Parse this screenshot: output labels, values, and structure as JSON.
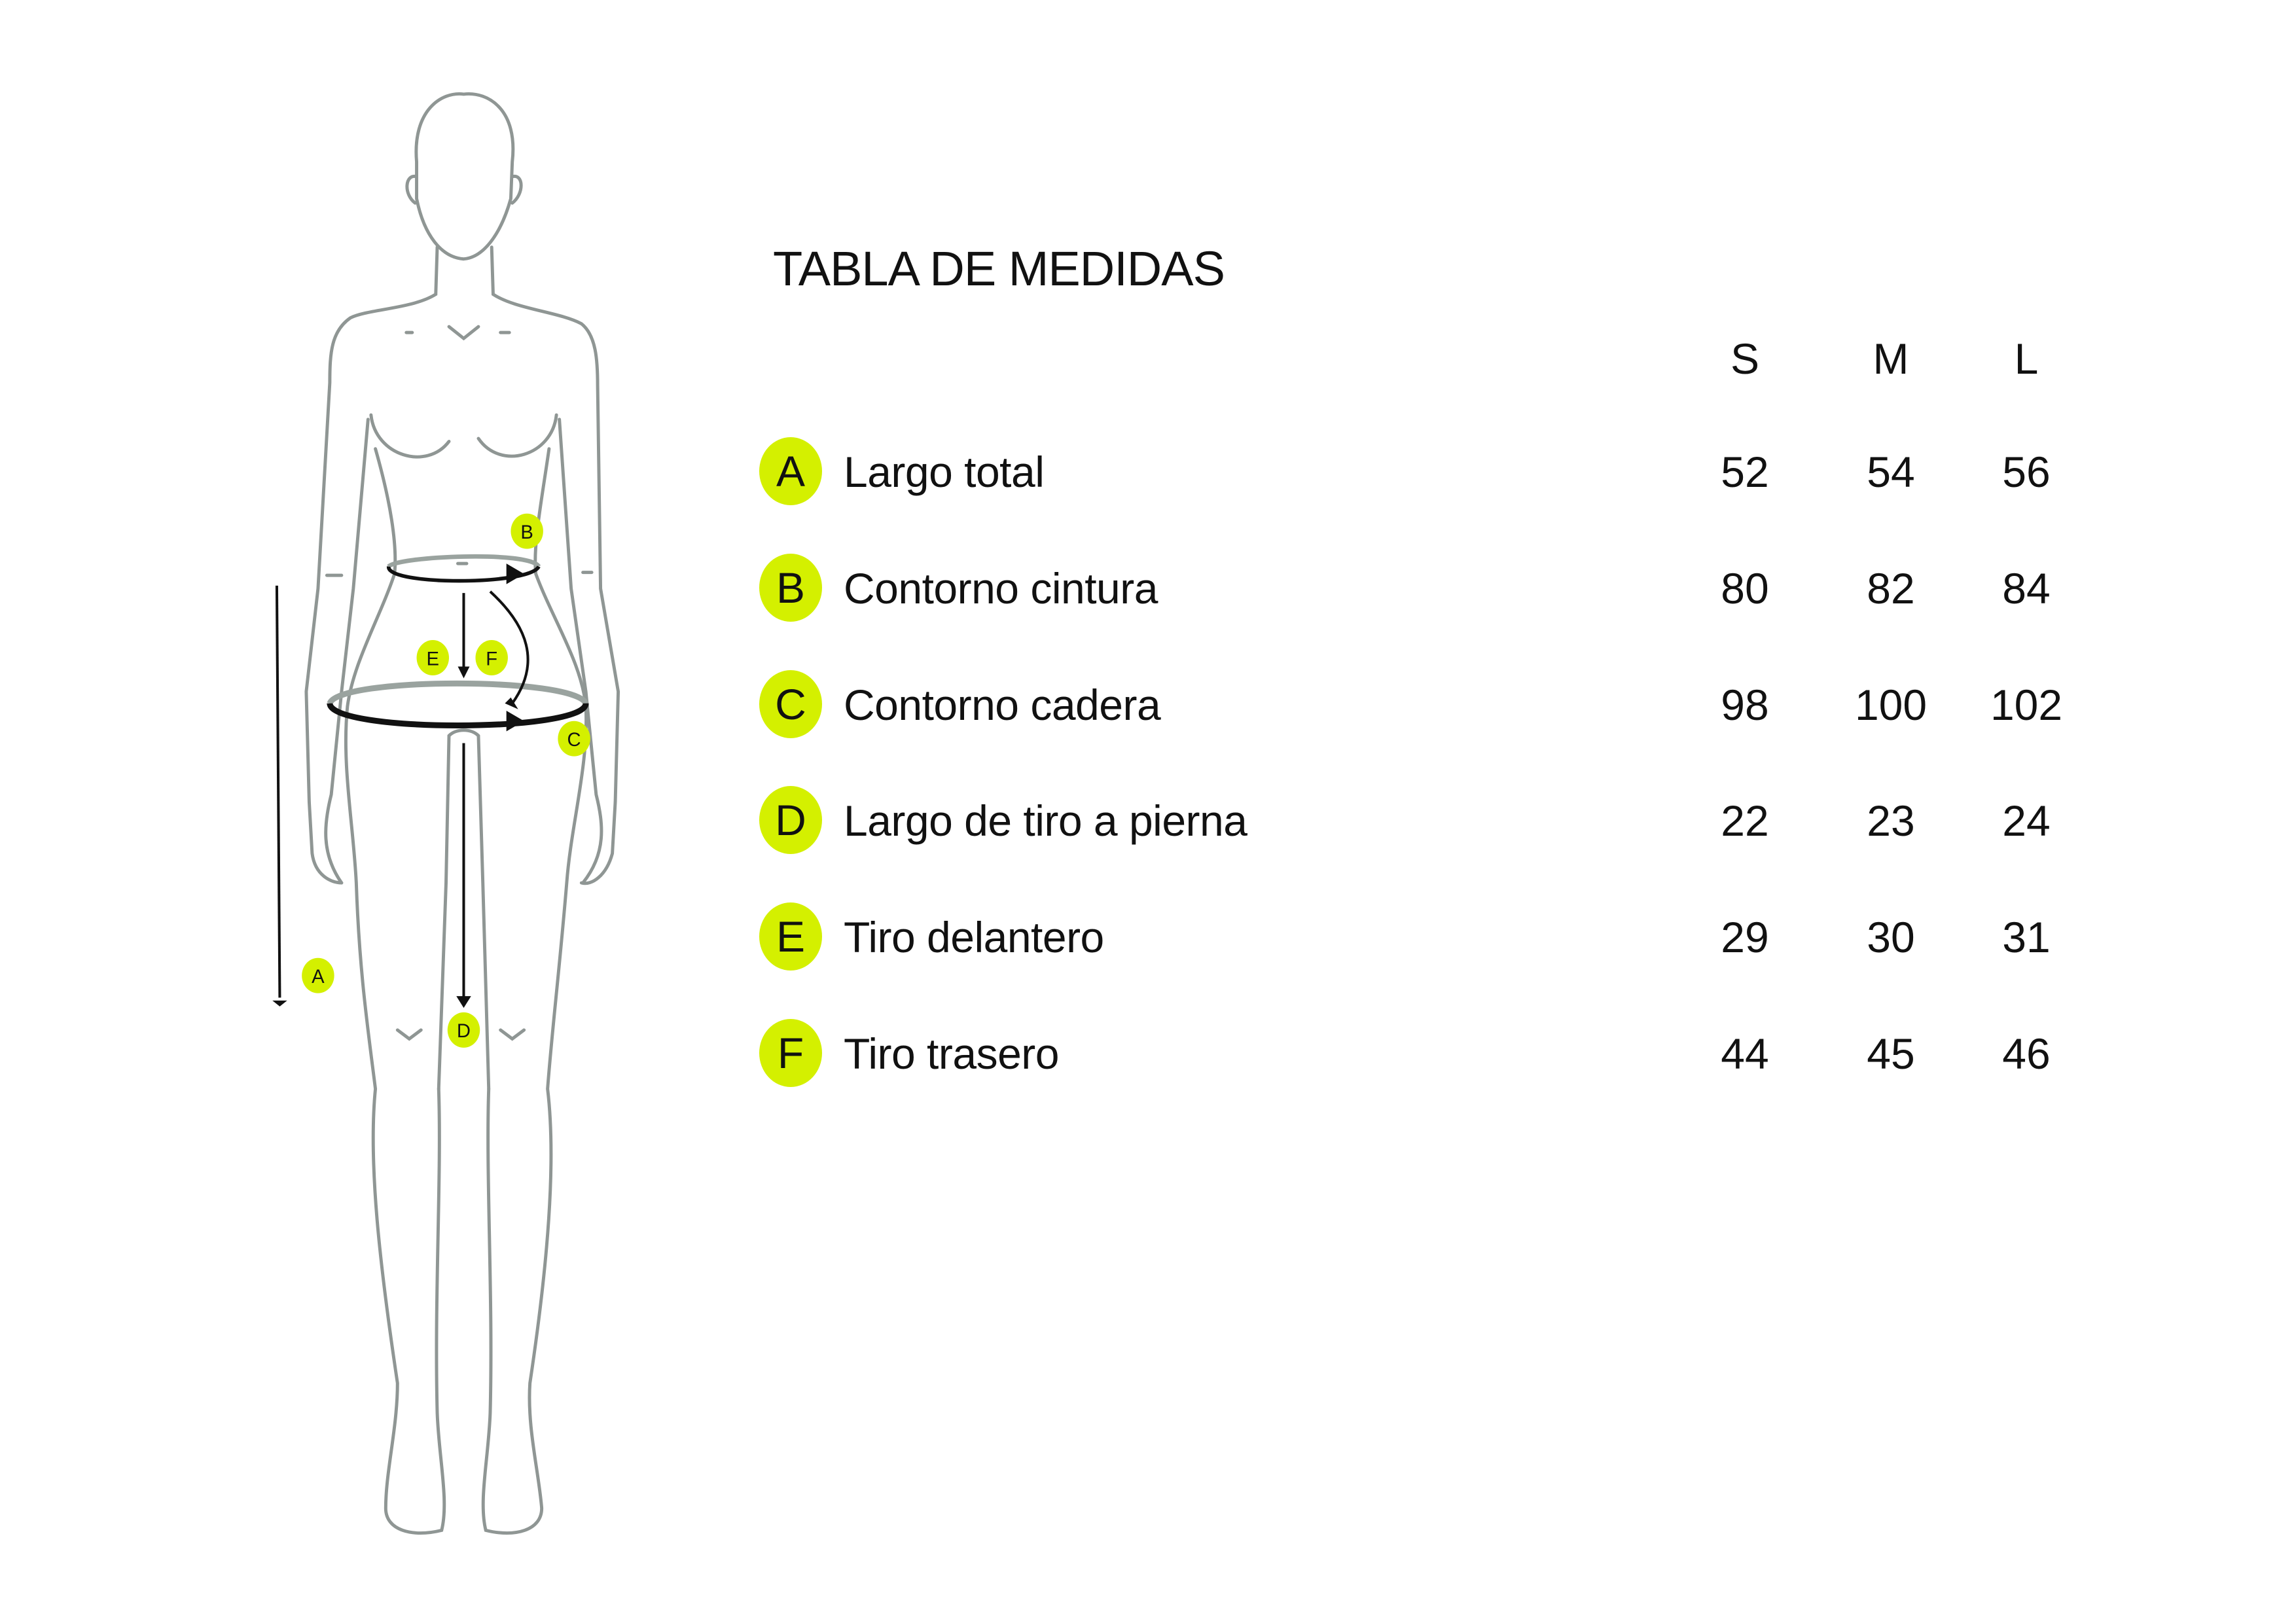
{
  "title": "TABLA DE MEDIDAS",
  "sizes": [
    "S",
    "M",
    "L"
  ],
  "accent_color": "#d4f000",
  "rows": [
    {
      "key": "A",
      "label": "Largo total",
      "values": [
        "52",
        "54",
        "56"
      ]
    },
    {
      "key": "B",
      "label": "Contorno cintura",
      "values": [
        "80",
        "82",
        "84"
      ]
    },
    {
      "key": "C",
      "label": "Contorno cadera",
      "values": [
        "98",
        "100",
        "102"
      ]
    },
    {
      "key": "D",
      "label": "Largo de tiro a pierna",
      "values": [
        "22",
        "23",
        "24"
      ]
    },
    {
      "key": "E",
      "label": "Tiro delantero",
      "values": [
        "29",
        "30",
        "31"
      ]
    },
    {
      "key": "F",
      "label": "Tiro trasero",
      "values": [
        "44",
        "45",
        "46"
      ]
    }
  ],
  "figure_markers": [
    "A",
    "B",
    "C",
    "D",
    "E",
    "F"
  ]
}
